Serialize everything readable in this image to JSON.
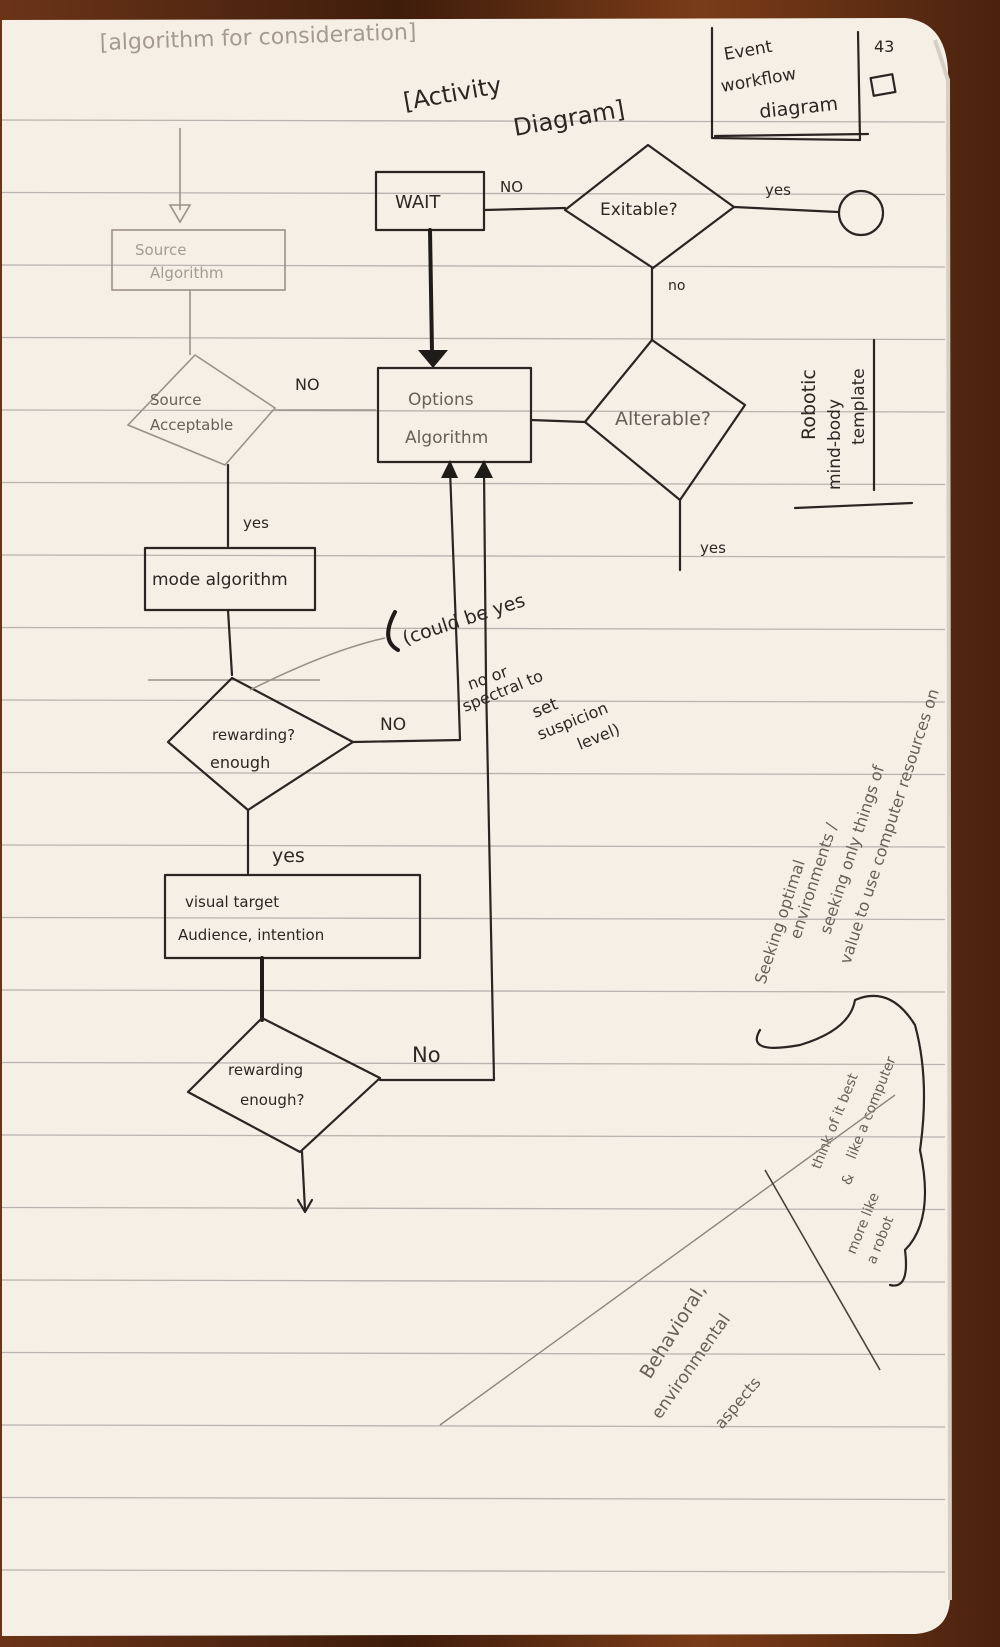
{
  "header": {
    "top_note": "[algorithm for consideration]",
    "title_line1": "[Activity",
    "title_line2": "Diagram]",
    "corner_box": [
      "Event",
      "workflow",
      "diagram"
    ],
    "page_number": "43"
  },
  "flowchart": {
    "source_algorithm": [
      "Source",
      "Algorithm"
    ],
    "source_acceptable": [
      "Source",
      "Acceptable"
    ],
    "options_algorithm": [
      "Options",
      "Algorithm"
    ],
    "wait": "WAIT",
    "exitable": "Exitable?",
    "alterable": "Alterable?",
    "mode_algorithm": "mode algorithm",
    "rewarding_enough_1": [
      "rewarding?",
      "enough"
    ],
    "visual_target": [
      "visual target",
      "Audience, intention"
    ],
    "rewarding_enough_2": [
      "rewarding",
      "enough?"
    ],
    "labels": {
      "no_source": "NO",
      "no_wait": "NO",
      "yes_exit": "yes",
      "no_exit": "no",
      "yes_alter": "yes",
      "yes_source": "yes",
      "no_rewarding1": "NO",
      "yes_rewarding1": "yes",
      "no_rewarding2": "No"
    },
    "annotation": [
      "(could be yes",
      "no or",
      "spectral to",
      "set",
      "suspicion",
      "level)"
    ]
  },
  "side_notes": {
    "robotic": [
      "Robotic",
      "mind-body",
      "template"
    ],
    "seeking": [
      "Seeking optimal",
      "environments /",
      "seeking only things of",
      "value to use computer resources on"
    ],
    "think": [
      "think of it best",
      "like a computer",
      "&",
      "more like",
      "a robot"
    ],
    "behavioral": [
      "Behavioral,",
      "environmental",
      "aspects"
    ]
  }
}
